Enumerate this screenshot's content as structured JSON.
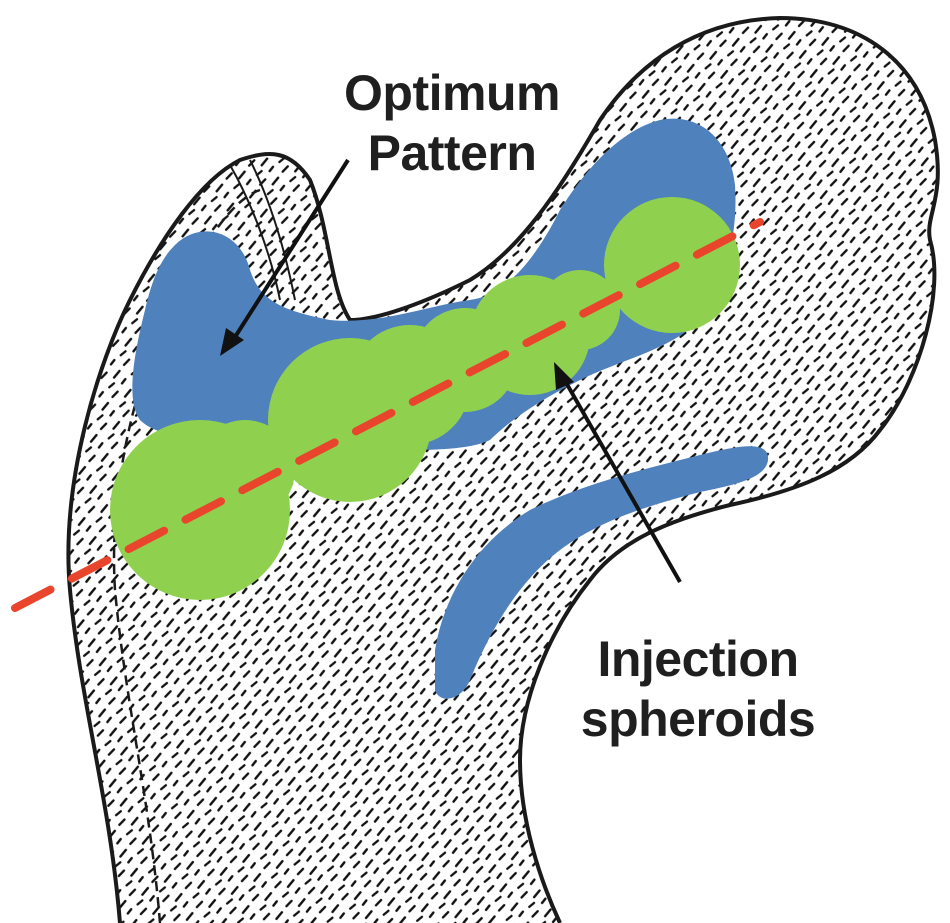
{
  "labels": {
    "optimum_line1": "Optimum",
    "optimum_line2": "Pattern",
    "injection_line1": "Injection",
    "injection_line2": "spheroids"
  },
  "colors": {
    "bone_outline": "#1a1a1a",
    "optimum_region": "#4f81bd",
    "injection_spheroid": "#8fd14f",
    "trajectory_line": "#e8452c",
    "label_text": "#1f1f1f"
  },
  "icons": [
    "arrow-optimum-pattern",
    "arrow-injection-spheroids"
  ]
}
